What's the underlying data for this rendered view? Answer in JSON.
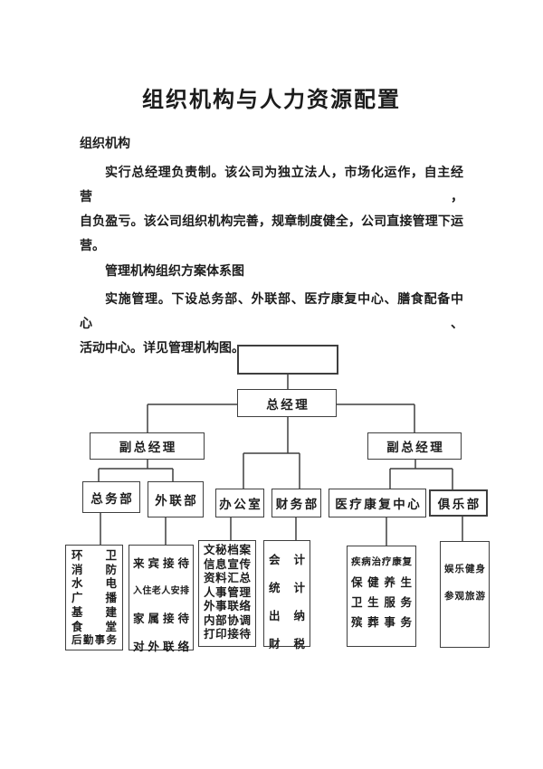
{
  "document": {
    "title": "组织机构与人力资源配置",
    "section_heading": "组织机构",
    "para1_lines": [
      "实行总经理负责制。该公司为独立法人，市场化运作，自主经营，",
      "自负盈亏。该公司组织机构完善，规章制度健全，公司直接管理下运",
      "营。"
    ],
    "sub_heading": "管理机构组织方案体系图",
    "para2_lines": [
      "实施管理。下设总务部、外联部、医疗康复中心、膳食配备中心、",
      "活动中心。详见管理机构图。"
    ]
  },
  "org_chart": {
    "root_label": "",
    "general_manager": "总经理",
    "deputy_left": "副总经理",
    "deputy_right": "副总经理",
    "departments": {
      "zongwu": "总务部",
      "wailian": "外联部",
      "bangongshi": "办公室",
      "caiwu": "财务部",
      "yiliao": "医疗康复中心",
      "julebu": "俱乐部"
    },
    "details": {
      "zongwu": [
        "环 卫",
        "消 防",
        "水 电",
        "广 播",
        "基 建",
        "食 堂",
        "后勤事务"
      ],
      "wailian": [
        "来 宾 接 待",
        "入住老人安排",
        "家 属 接 待",
        "对 外 联 络"
      ],
      "bangongshi": [
        "文秘档案",
        "信息宣传",
        "资料汇总",
        "人事管理",
        "外事联络",
        "内部协调",
        "打印接待"
      ],
      "caiwu": [
        "会 计",
        "统 计",
        "出 纳",
        "财 税"
      ],
      "yiliao": [
        "疾病治疗康复",
        "保 健 养 生",
        "卫 生 服 务",
        "殡 葬 事 务"
      ],
      "julebu": [
        "娱乐健身",
        "参观旅游"
      ]
    },
    "line_color": "#3f3f3f"
  }
}
